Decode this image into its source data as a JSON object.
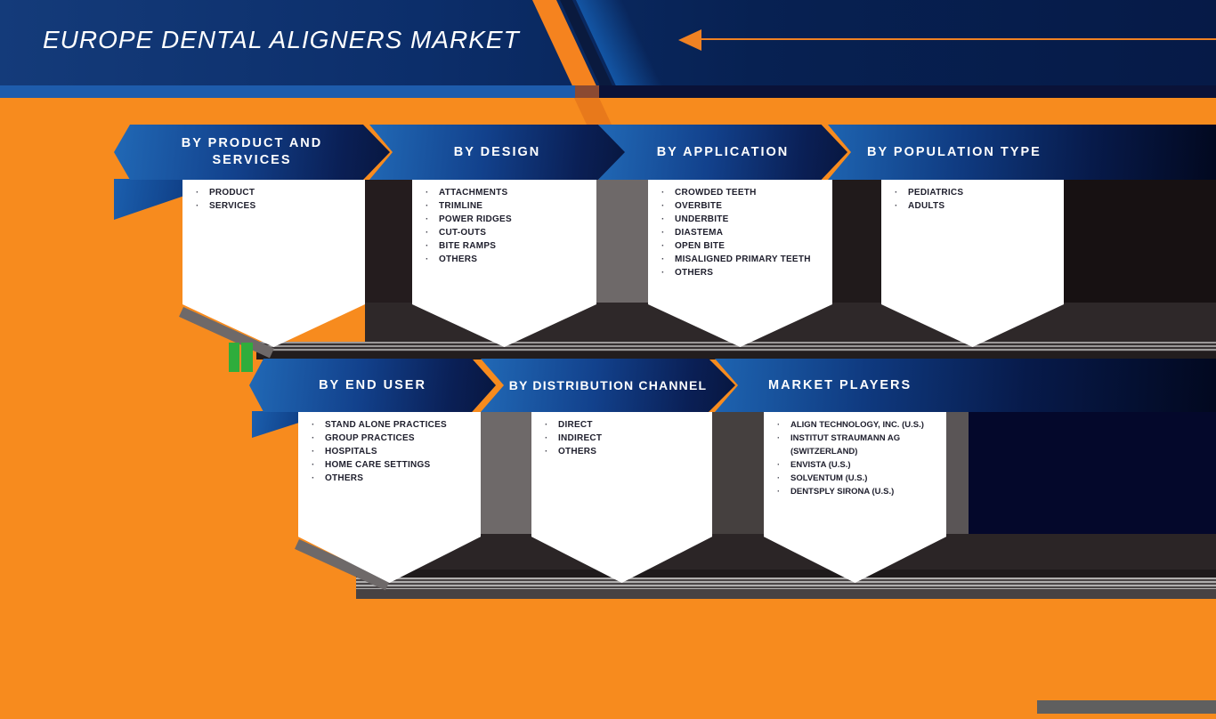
{
  "header": {
    "title": "EUROPE DENTAL ALIGNERS MARKET"
  },
  "rows": [
    {
      "segments": [
        {
          "title": "BY PRODUCT AND SERVICES",
          "items": [
            "PRODUCT",
            "SERVICES"
          ]
        },
        {
          "title": "BY DESIGN",
          "items": [
            "ATTACHMENTS",
            "TRIMLINE",
            "POWER RIDGES",
            "CUT-OUTS",
            "BITE RAMPS",
            "OTHERS"
          ]
        },
        {
          "title": "BY APPLICATION",
          "items": [
            "CROWDED TEETH",
            "OVERBITE",
            "UNDERBITE",
            "DIASTEMA",
            "OPEN BITE",
            "MISALIGNED PRIMARY TEETH",
            "OTHERS"
          ]
        },
        {
          "title": "BY POPULATION TYPE",
          "items": [
            "PEDIATRICS",
            "ADULTS"
          ]
        }
      ]
    },
    {
      "segments": [
        {
          "title": "BY END USER",
          "items": [
            "STAND ALONE PRACTICES",
            "GROUP PRACTICES",
            "HOSPITALS",
            "HOME CARE SETTINGS",
            "OTHERS"
          ]
        },
        {
          "title": "BY DISTRIBUTION CHANNEL",
          "items": [
            "DIRECT",
            "INDIRECT",
            "OTHERS"
          ]
        },
        {
          "title": "MARKET PLAYERS",
          "items": [
            "ALIGN TECHNOLOGY, INC. (U.S.)",
            "INSTITUT STRAUMANN AG (SWITZERLAND)",
            "ENVISTA (U.S.)",
            "SOLVENTUM (U.S.)",
            "DENTSPLY SIRONA (U.S.)"
          ]
        }
      ]
    }
  ],
  "colors": {
    "accent_orange": "#F78B1E",
    "header_navy": "#0C2E6A",
    "ribbon_blue": "#2169B6",
    "ribbon_dark": "#081740",
    "green_accent": "#2FAD3C",
    "card_background": "#FFFFFF",
    "card_text": "#20202E",
    "arrow_orange": "#F08223"
  }
}
